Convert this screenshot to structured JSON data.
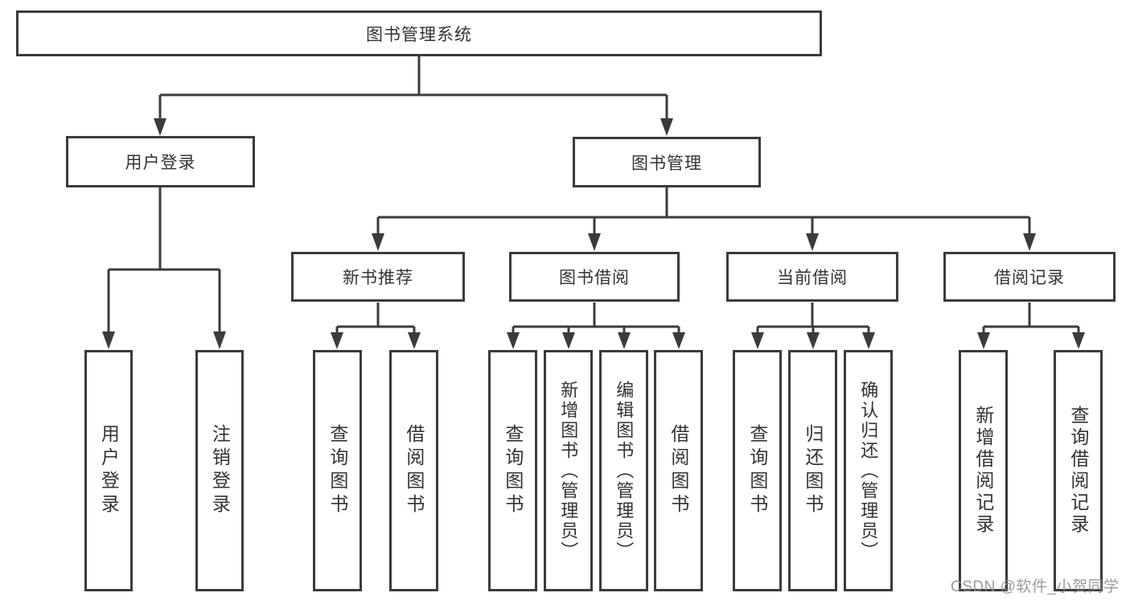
{
  "diagram": {
    "title": "图书管理系统",
    "colors": {
      "line": "#3b3b3b",
      "text": "#333333",
      "background": "#ffffff",
      "watermark": "#878a90"
    },
    "root": {
      "label": "图书管理系统"
    },
    "level2": [
      {
        "label": "用户登录"
      },
      {
        "label": "图书管理"
      }
    ],
    "level3": [
      {
        "label": "新书推荐"
      },
      {
        "label": "图书借阅"
      },
      {
        "label": "当前借阅"
      },
      {
        "label": "借阅记录"
      }
    ],
    "leaves": {
      "user_login": [
        "用户登录",
        "注销登录"
      ],
      "new_book_recommend": [
        "查询图书",
        "借阅图书"
      ],
      "book_borrow": [
        "查询图书",
        "新增图书（管理员）",
        "编辑图书（管理员）",
        "借阅图书"
      ],
      "current_borrow": [
        "查询图书",
        "归还图书",
        "确认归还（管理员）"
      ],
      "borrow_records": [
        "新增借阅记录",
        "查询借阅记录"
      ]
    },
    "watermark": "CSDN @软件_小贺同学"
  }
}
